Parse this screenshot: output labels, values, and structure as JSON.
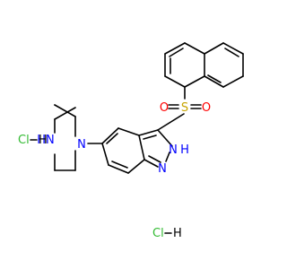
{
  "molecule": {
    "atoms": {
      "sulfur": "S",
      "oxygen_left": "O",
      "oxygen_right": "O",
      "indazole_nh": "H",
      "indazole_n_upper": "N",
      "indazole_n_lower": "N",
      "piperazine_nh": "HN",
      "piperazine_n": "N"
    },
    "salts": [
      {
        "label": "Cl—H"
      },
      {
        "label": "Cl—H"
      }
    ]
  },
  "colors": {
    "bond": "#000000",
    "sulfur": "#c8a400",
    "oxygen": "#ff0000",
    "nitrogen": "#0000ff",
    "chlorine": "#33bb33",
    "hydrogen_on_cl": "#000000"
  }
}
